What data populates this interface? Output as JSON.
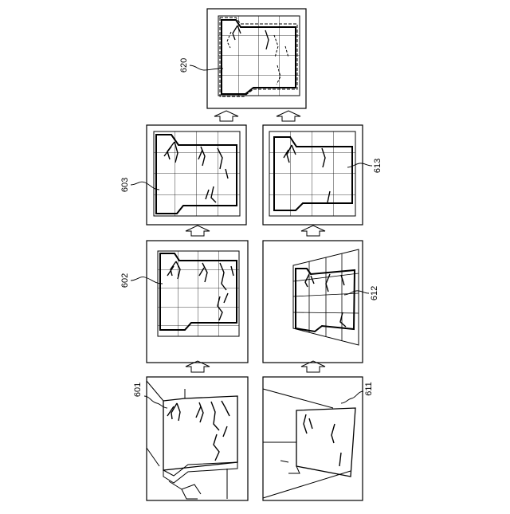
{
  "labels": {
    "l601": "601",
    "l602": "602",
    "l603": "603",
    "l611": "611",
    "l612": "612",
    "l613": "613",
    "l620": "620"
  }
}
